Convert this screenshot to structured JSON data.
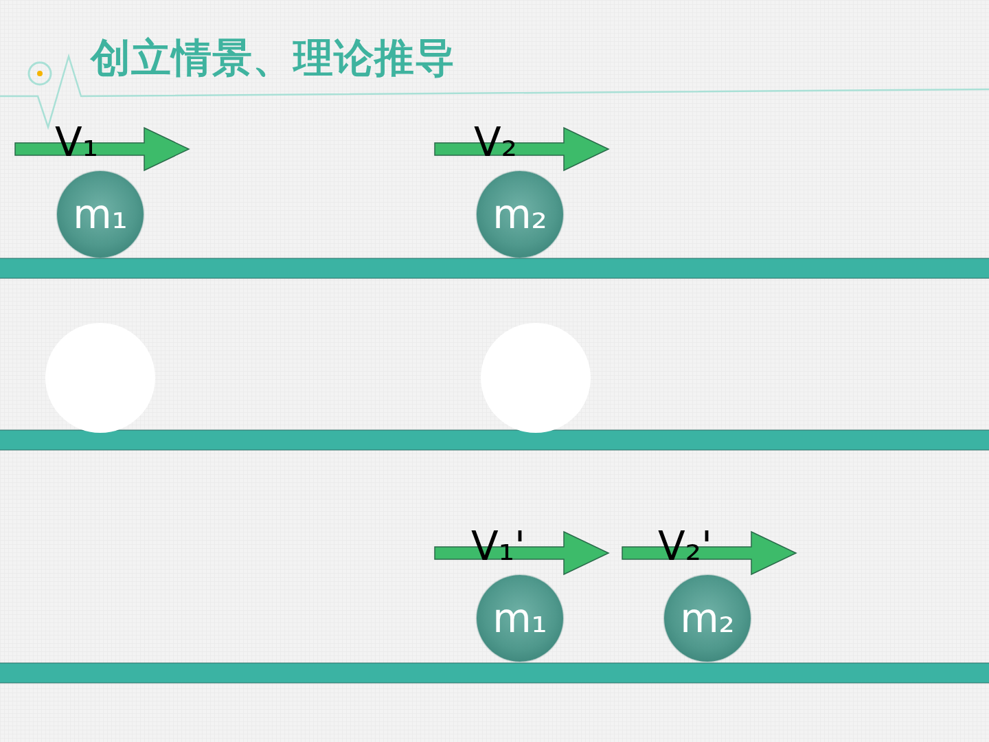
{
  "diagram": {
    "title": "创立情景、理论推导",
    "nodes": [
      {
        "text": [
          "m₁"
        ]
      },
      {
        "text": [
          "m₂"
        ]
      },
      {
        "text": [
          "m₁"
        ]
      },
      {
        "text": [
          "m₂"
        ]
      }
    ],
    "labels": [
      "V₁",
      "V₂",
      "V₁'",
      "V₂'"
    ]
  }
}
